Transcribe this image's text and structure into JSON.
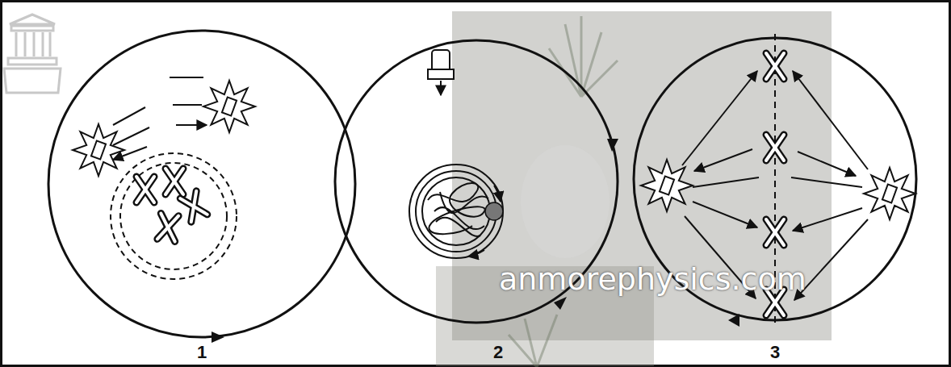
{
  "diagram": {
    "labels": [
      "1",
      "2",
      "3",
      "anmorephysics.com"
    ]
  }
}
